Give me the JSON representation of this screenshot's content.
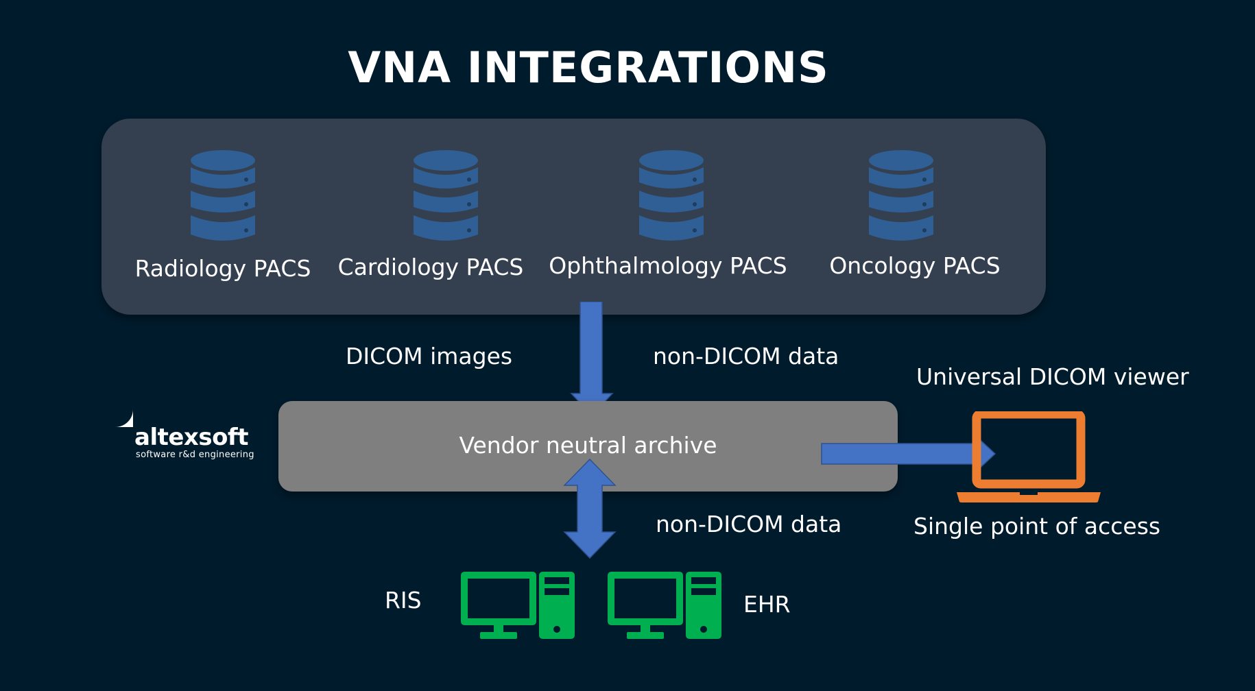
{
  "title": "VNA INTEGRATIONS",
  "pacs": [
    {
      "label": "Radiology PACS",
      "icon": "database-icon"
    },
    {
      "label": "Cardiology  PACS",
      "icon": "database-icon"
    },
    {
      "label": "Ophthalmology  PACS",
      "icon": "database-icon"
    },
    {
      "label": "Oncology PACS",
      "icon": "database-icon"
    }
  ],
  "flows": {
    "dicom_images": "DICOM images",
    "non_dicom_top": "non-DICOM data",
    "non_dicom_bottom": "non-DICOM data"
  },
  "vna": {
    "label": "Vendor neutral archive"
  },
  "viewer": {
    "top_label": "Universal DICOM viewer",
    "bottom_label": "Single point of access",
    "icon": "laptop-icon"
  },
  "systems": {
    "ris": "RIS",
    "ehr": "EHR",
    "icon": "desktop-computer-icon"
  },
  "logo": {
    "name": "altexsoft",
    "tagline": "software r&d engineering"
  },
  "colors": {
    "background": "#001b2c",
    "panel": "#343f50",
    "database": "#2f5f94",
    "vna_box": "#7f7f7f",
    "arrow": "#4472c4",
    "laptop": "#ed7d31",
    "computer": "#00b050",
    "text": "#ffffff"
  }
}
